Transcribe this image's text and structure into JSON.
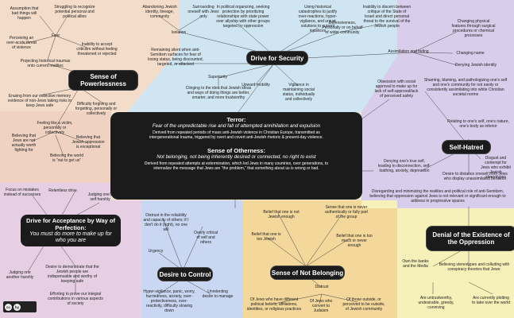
{
  "colors": {
    "powerlessness": "#f3dcc9",
    "security": "#cfe5f2",
    "selfhatred": "#d7ccea",
    "perfection": "#e6cfe2",
    "control": "#c9d7f2",
    "belonging": "#f4d79a",
    "denial": "#f6f1b8",
    "core": "#1b1b1b"
  },
  "terror": {
    "title": "Terror:",
    "subtitle": "Fear of the unpredictable rise and fall of attempted annihilation and expulsion",
    "body": "Derived from repeated periods of mass anti-Jewish violence in Christian Europe, transmitted as intergenerational trauma, triggered by overt and covert anti-Jewish rhetoric & present-day violence."
  },
  "otherness": {
    "title": "Sense of Otherness:",
    "subtitle": "Not belonging, not being inherently desired or connected, no right to exist",
    "body": "Derived from repeated attempts at extermination, which led Jews in many countries, over generations, to internalize the message that Jews are “the problem,” that something about us is wrong or bad."
  },
  "headings": {
    "powerlessness": "Sense of Powerlessness",
    "security": "Drive for Security",
    "selfhatred": "Self-Hatred",
    "perfection": "Drive for Acceptance by Way of Perfection:",
    "perfection_sub": "You must do more to make up for who you are",
    "control": "Desire to Control",
    "belonging": "Sense of Not Belonging",
    "denial": "Denial of the Existence of the Oppression"
  },
  "powerlessness": [
    "Assumption that bad things will happen",
    "Struggling to recognize potential personal and political allies",
    "Fear",
    "Perceiving an over-acute threat of violence",
    "Inability to accept criticism without feeling threatened or rejected",
    "Projecting historical traumas onto current realities",
    "Erasing from our collective memory evidence of non-Jews taking risks to keep Jews safe",
    "Difficulty forgiving and forgetting, personally or collectively",
    "Feeling like a victim, personally or collectively",
    "Believing that Jews are not actually worth fighting for",
    "Believing that Jewish oppression is exceptional",
    "Believing the world is “out to get us”"
  ],
  "security": [
    "Abandoning Jewish identity, lineage, community",
    "Surrounding oneself with Jews only",
    "Isolation",
    "In political organizing, seeking protection by prioritizing relationships with state power over allyship with other groups targeted by oppression",
    "Using historical catastrophes to justify over-reactions, hyper-vigilance, and unjust solutions to current injustices",
    "Defensiveness, Personally or on behalf of wider community",
    "Inability to discern between critique of the State of Israel and direct personal threat to the survival of the Jewish people",
    "Remaining silent when anti-Semitism surfaces for fear of losing status, being discounted, targeted, or attacked",
    "Superiority",
    "Clinging to the idea that Jewish ideas and ways of doing things are better, smarter, and more trustworthy",
    "Upward mobility",
    "Vigilance in maintaining social status, individually and collectively",
    "Assimilation and hiding",
    "Changing physical features through surgical procedures or chemical processes",
    "Changing name",
    "Denying Jewish identity"
  ],
  "selfhatred": [
    "Obsession with social approval to make up for lack of self-approval/lack of perceived safety",
    "Shaming, blaming, and pathologizing one's self and one's community for not easily or consistently assimilating into white Christian societal norms",
    "Relating to one's self, one's nature, one's body as inferior",
    "Disgust and contempt for Jews who exhibit Jewish stereotypes",
    "Denying one's true self, leading to disconnection, self-loathing, anxiety, depression",
    "Desire to distance oneself from Jews who display unassimilated behavior",
    "Disregarding and minimizing the realities and political role of anti-Semitism, believing that oppression against Jews is not relevant or significant enough to address in progressive spaces"
  ],
  "perfection": [
    "Focus on mistakes instead of successes",
    "Relentless drive",
    "Judging one's self harshly",
    "Judging one another harshly",
    "Desire to demonstrate that the Jewish people are indispensable and worthy of keeping safe",
    "Efforting to prove our integral contributions in various aspects of society"
  ],
  "control": [
    "Distrust in the reliability and capacity of others; if I don't do it (right), no one will",
    "Overly critical of self and others",
    "Urgency",
    "Hyper-vigilance, panic, worry, hurriedness, anxiety, over-protectiveness, over-reactivity, difficulty slowing down",
    "Unrelenting desire to manage"
  ],
  "belonging": [
    "Belief that one is not Jewish enough",
    "Sense that one is never authentically or fully part of the group",
    "Belief that one is too Jewish",
    "Belief that one is too much or never enough",
    "Distrust",
    "Of Jews who have different political beliefs, affiliations, identities, or religious practices",
    "Of Jews who convert to Judaism",
    "Of those outside, or perceived to be outside, of Jewish community"
  ],
  "denial": [
    "Own the banks and the Media",
    "Believing stereotypes and colluding with conspiracy theories that Jews:",
    "Are untrustworthy, undesirable, greedy, conniving",
    "Are currently plotting to take over the world"
  ],
  "license": [
    "cc",
    "by"
  ]
}
